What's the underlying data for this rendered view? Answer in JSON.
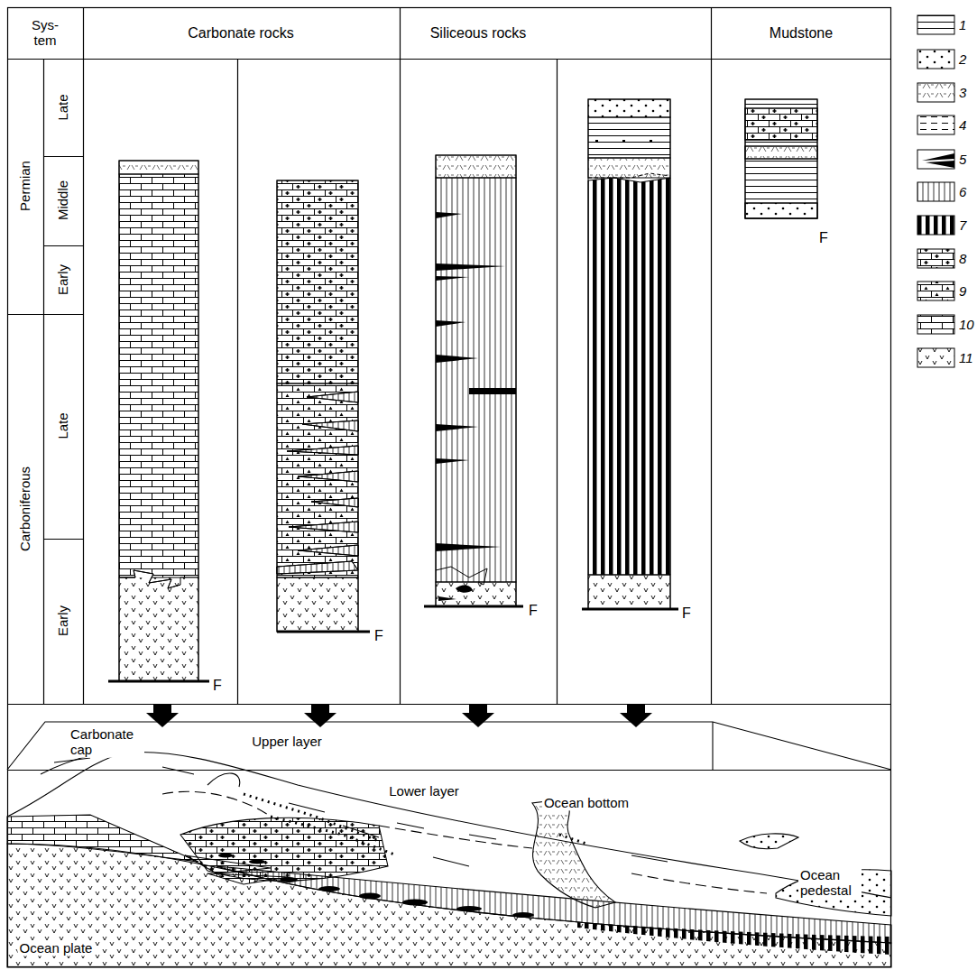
{
  "diagram": {
    "labels": [
      "Sys- tem",
      "Carbonate rocks",
      "Siliceous rocks",
      "Mudstone",
      "Permian",
      "Late",
      "Middle",
      "Early",
      "Carboniferous",
      "Late",
      "Early",
      "F",
      "F",
      "F",
      "F",
      "F",
      "Carbonate cap",
      "Upper layer",
      "Lower layer",
      "Ocean bottom",
      "Ocean pedestal",
      "Ocean plate"
    ],
    "legend": [
      {
        "text": "1"
      },
      {
        "text": "2"
      },
      {
        "text": "3"
      },
      {
        "text": "4"
      },
      {
        "text": "5"
      },
      {
        "text": "6"
      },
      {
        "text": "7"
      },
      {
        "text": "8"
      },
      {
        "text": "9"
      },
      {
        "text": "10"
      },
      {
        "text": "11"
      }
    ]
  }
}
